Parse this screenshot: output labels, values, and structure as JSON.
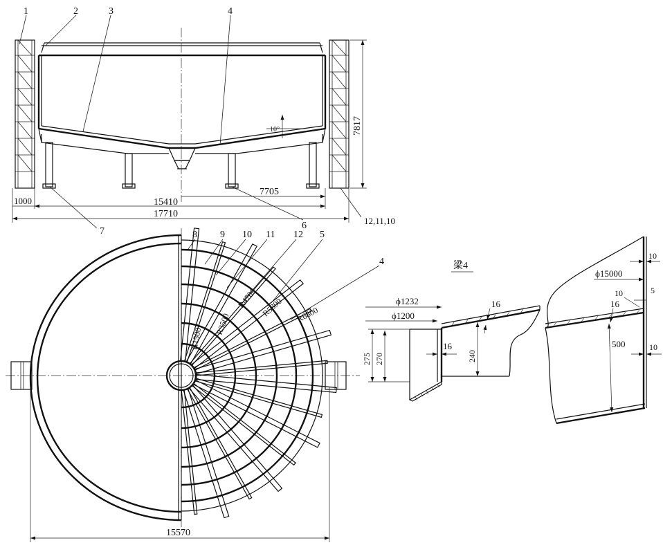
{
  "callouts": [
    "1",
    "2",
    "3",
    "4",
    "5",
    "6",
    "7",
    "8",
    "9",
    "10",
    "11",
    "12",
    "12,11,10"
  ],
  "dims": {
    "d1000": "1000",
    "d15410": "15410",
    "d17710": "17710",
    "d7705": "7705",
    "d7817": "7817",
    "d15570": "15570",
    "angle10": "10°"
  },
  "radii": {
    "r1500": "R1500",
    "r3500": "R3500",
    "r4700": "R4700",
    "r5800": "R5800",
    "r6800": "R6800"
  },
  "detail": {
    "title": "梁4",
    "phi1232": "ϕ1232",
    "phi1200": "ϕ1200",
    "phi15000": "ϕ15000",
    "d275": "275",
    "d270": "270",
    "d240": "240",
    "d500": "500",
    "d16a": "16",
    "d16b": "16",
    "d16c": "16",
    "d10a": "10",
    "d10b": "10",
    "d10c": "10",
    "d5": "5"
  }
}
